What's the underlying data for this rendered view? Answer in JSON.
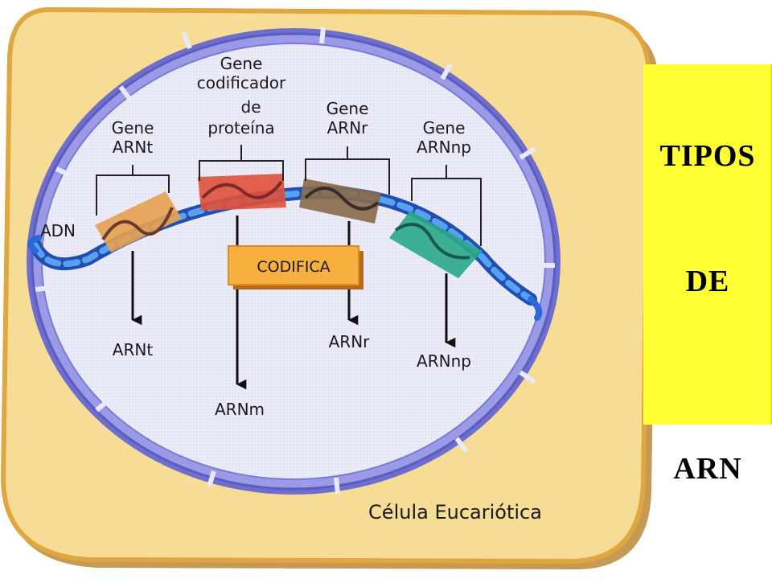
{
  "title_panel": {
    "words": [
      "TIPOS",
      "DE",
      "ARN"
    ]
  },
  "diagram": {
    "cell_label": "Célula Eucariótica",
    "dna_label": "ADN",
    "codifica_label": "CODIFICA",
    "genes": [
      {
        "name_lines": [
          "Gene",
          "ARNt"
        ],
        "product": "ARNt",
        "color": "#d98a3a"
      },
      {
        "name_lines": [
          "Gene",
          "codificador",
          "de",
          "proteína"
        ],
        "product": "ARNm",
        "color": "#e0503a"
      },
      {
        "name_lines": [
          "Gene",
          "ARNr"
        ],
        "product": "ARNr",
        "color": "#8a6a4a"
      },
      {
        "name_lines": [
          "Gene",
          "ARNnp"
        ],
        "product": "ARNnp",
        "color": "#2aa88a"
      }
    ],
    "colors": {
      "cell_fill": "#f7dc95",
      "cell_border": "#e0a640",
      "nucleus_fill": "#e9e9f7",
      "nucleus_ring": "#8a8ad8",
      "dna_blue": "#2a6ad8",
      "codifica_fill": "#f7b040"
    }
  }
}
